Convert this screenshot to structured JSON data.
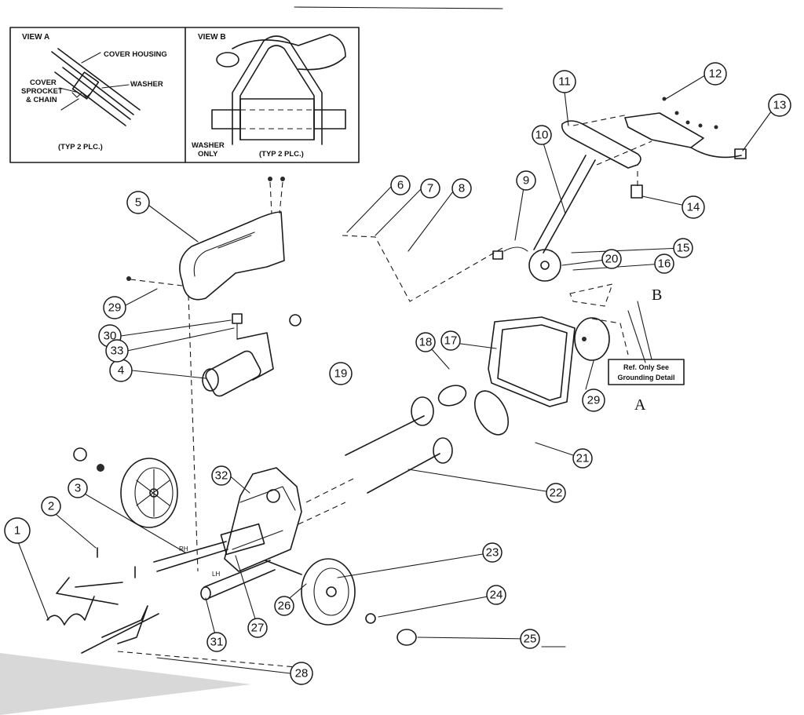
{
  "view_a": {
    "title": "VIEW A",
    "label_cover_housing": "COVER HOUSING",
    "label_washer": "WASHER",
    "label_cover_line1": "COVER",
    "label_cover_line2": "SPROCKET",
    "label_cover_line3": "& CHAIN",
    "footnote": "(TYP 2 PLC.)"
  },
  "view_b": {
    "title": "VIEW B",
    "label_washer_line1": "WASHER",
    "label_washer_line2": "ONLY",
    "footnote": "(TYP 2 PLC.)"
  },
  "ref_note": {
    "line1": "Ref. Only See",
    "line2": "Grounding Detail"
  },
  "detail_letters": [
    "B",
    "A"
  ],
  "rh_mark": "RH",
  "lh_mark": "LH",
  "callouts": [
    "1",
    "2",
    "3",
    "4",
    "5",
    "6",
    "7",
    "8",
    "9",
    "10",
    "11",
    "12",
    "13",
    "14",
    "15",
    "16",
    "17",
    "18",
    "19",
    "20",
    "21",
    "22",
    "23",
    "24",
    "25",
    "26",
    "27",
    "28",
    "29",
    "29",
    "30",
    "31",
    "32",
    "33"
  ]
}
